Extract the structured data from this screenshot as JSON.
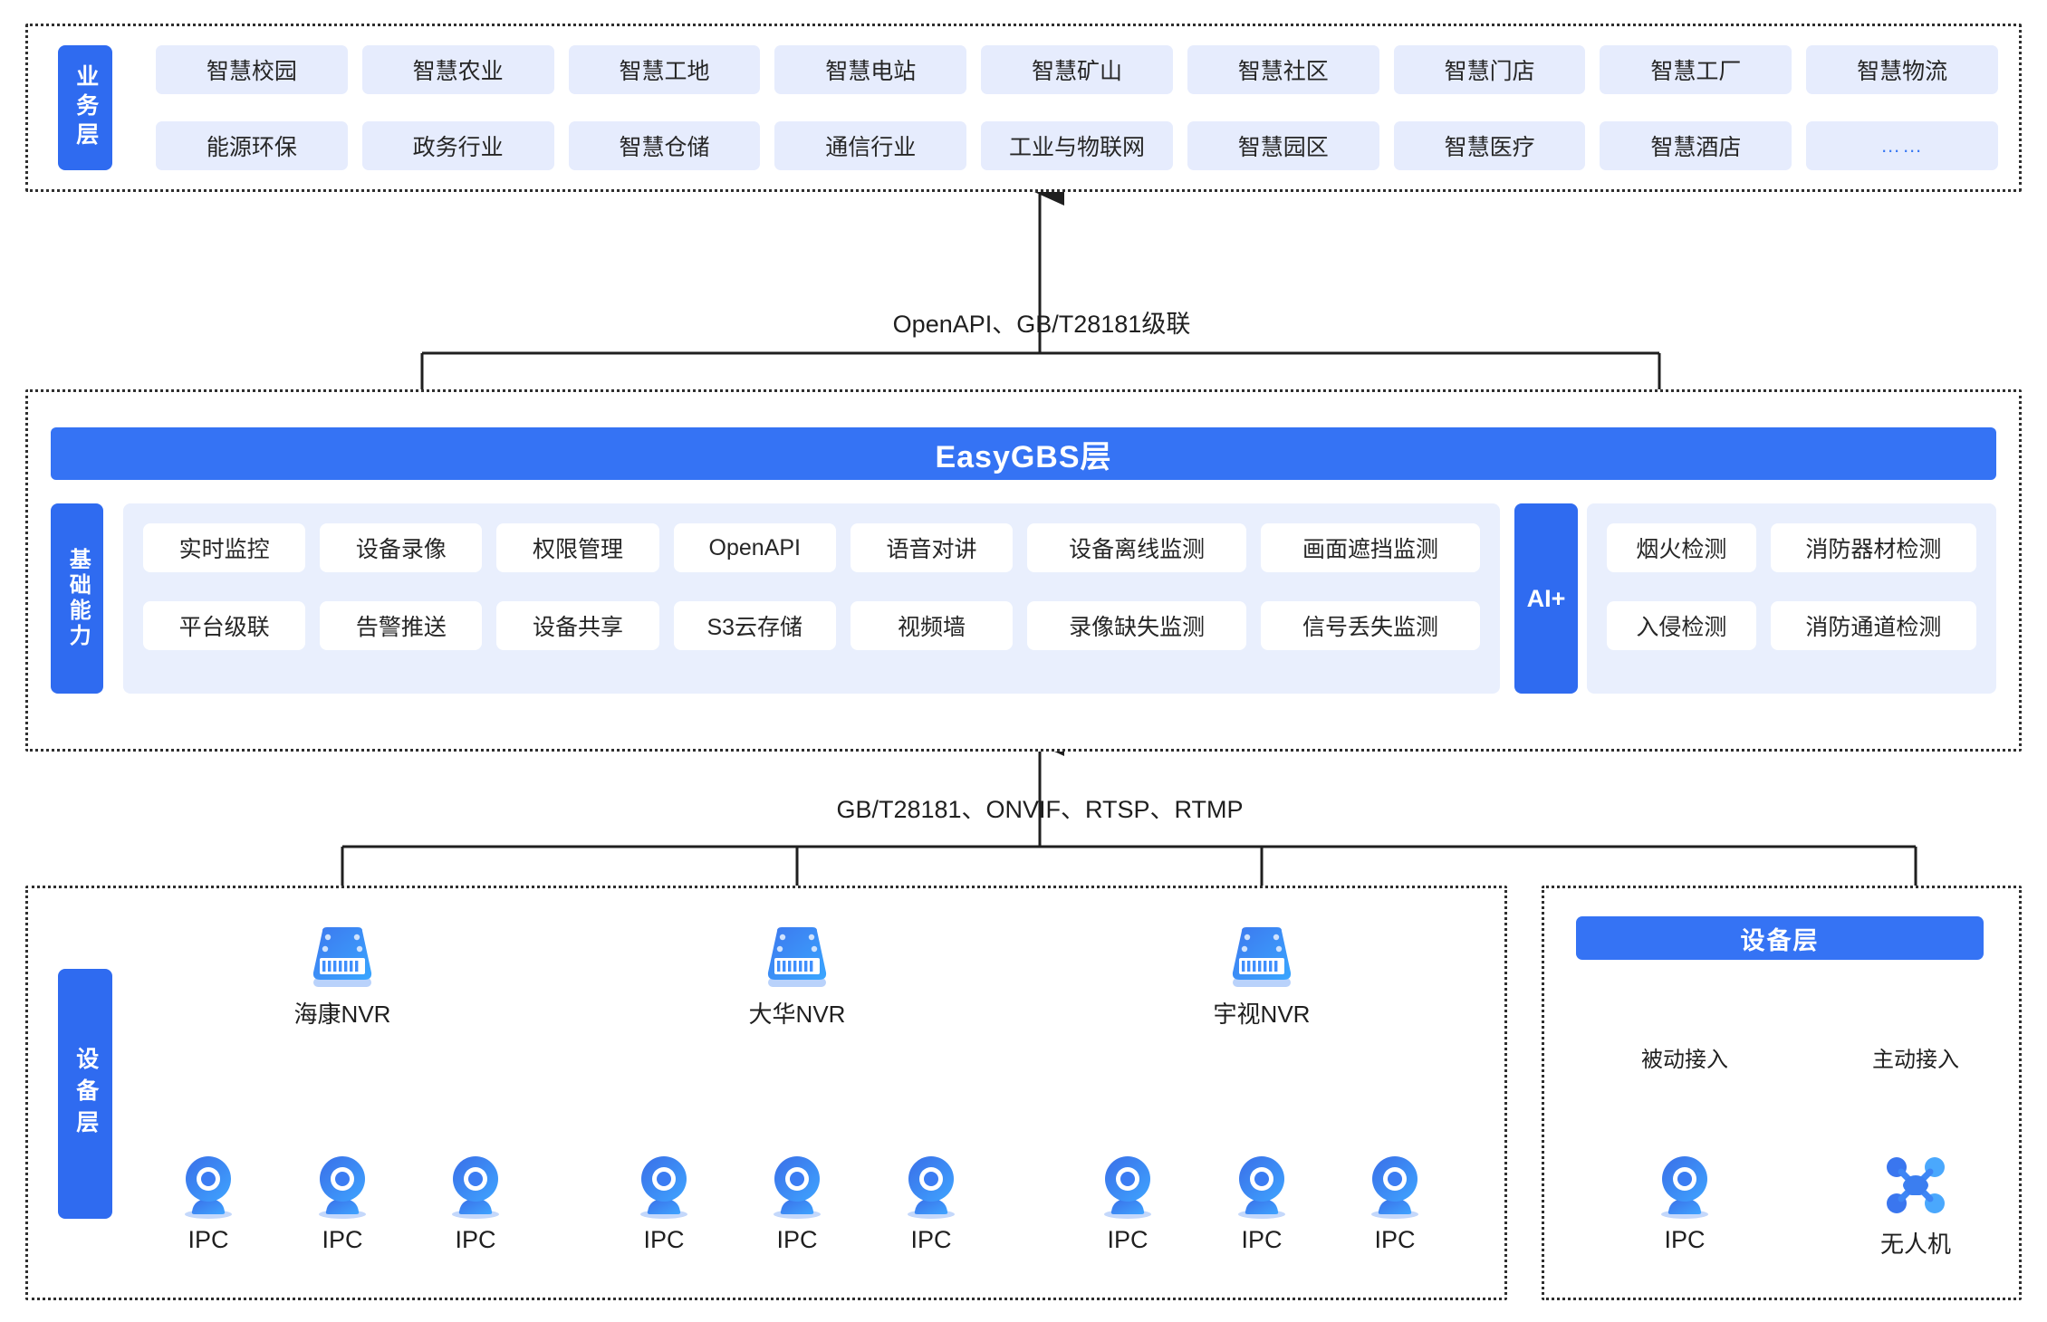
{
  "business_layer": {
    "side_label": "业务层",
    "row1": [
      "智慧校园",
      "智慧农业",
      "智慧工地",
      "智慧电站",
      "智慧矿山",
      "智慧社区",
      "智慧门店",
      "智慧工厂",
      "智慧物流"
    ],
    "row2": [
      "能源环保",
      "政务行业",
      "智慧仓储",
      "通信行业",
      "工业与物联网",
      "智慧园区",
      "智慧医疗",
      "智慧酒店",
      "……"
    ]
  },
  "connector_top": "OpenAPI、GB/T28181级联",
  "platform_layer": {
    "banner": "EasyGBS层",
    "side_label": "基础能力",
    "capabilities_row1": [
      "实时监控",
      "设备录像",
      "权限管理",
      "OpenAPI",
      "语音对讲",
      "设备离线监测",
      "画面遮挡监测"
    ],
    "capabilities_row2": [
      "平台级联",
      "告警推送",
      "设备共享",
      "S3云存储",
      "视频墙",
      "录像缺失监测",
      "信号丢失监测"
    ],
    "ai_badge": "AI+",
    "ai_row1": [
      "烟火检测",
      "消防器材检测"
    ],
    "ai_row2": [
      "入侵检测",
      "消防通道检测"
    ]
  },
  "connector_bottom": "GB/T28181、ONVIF、RTSP、RTMP",
  "device_layer_left": {
    "side_label": "设备层",
    "nvrs": [
      {
        "label": "海康NVR",
        "children": [
          "IPC",
          "IPC",
          "IPC"
        ]
      },
      {
        "label": "大华NVR",
        "children": [
          "IPC",
          "IPC",
          "IPC"
        ]
      },
      {
        "label": "宇视NVR",
        "children": [
          "IPC",
          "IPC",
          "IPC"
        ]
      }
    ]
  },
  "device_layer_right": {
    "bar_label": "设备层",
    "branches": [
      {
        "mode": "被动接入",
        "device": "IPC",
        "icon": "ipc-camera-icon"
      },
      {
        "mode": "主动接入",
        "device": "无人机",
        "icon": "drone-icon"
      }
    ]
  },
  "colors": {
    "primary_blue": "#3573f4",
    "side_blue": "#2f6bf0",
    "chip_bg": "#e6ecfd",
    "panel_bg": "#e9effd",
    "line": "#2f2f2f"
  }
}
